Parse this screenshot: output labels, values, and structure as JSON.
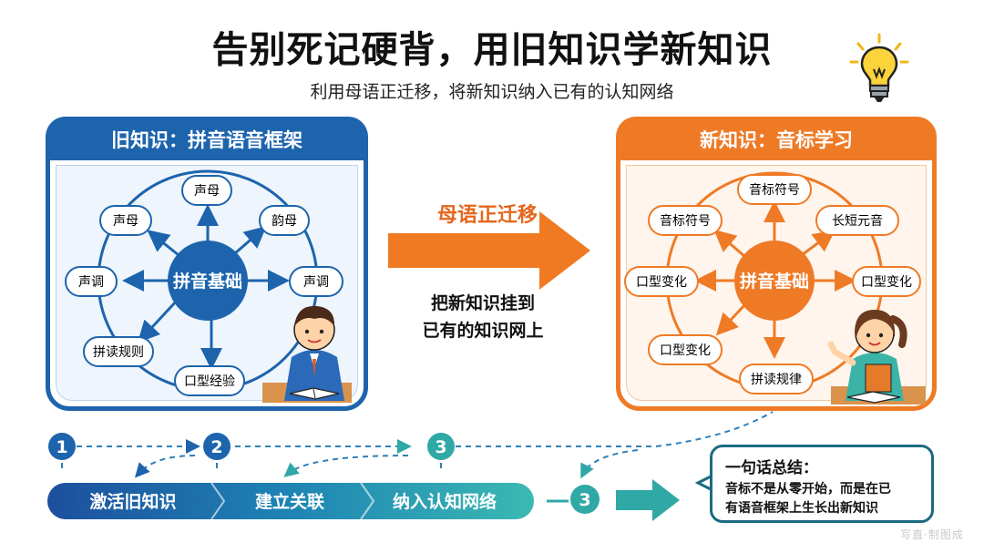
{
  "title": "告别死记硬背，用旧知识学新知识",
  "subtitle": "利用母语正迁移，将新知识纳入已有的认知网络",
  "left_panel": {
    "heading": "旧知识：拼音语音框架",
    "hub": "拼音基础",
    "nodes": [
      "声母",
      "韵母",
      "声调",
      "口型经验",
      "拼读规则",
      "声调",
      "声母"
    ]
  },
  "right_panel": {
    "heading": "新知识：音标学习",
    "hub": "拼音基础",
    "nodes": [
      "音标符号",
      "长短元音",
      "口型变化",
      "拼读规律",
      "口型变化",
      "口型变化",
      "音标符号"
    ]
  },
  "transfer": {
    "label": "母语正迁移",
    "caption_line1": "把新知识挂到",
    "caption_line2": "已有的知识网上"
  },
  "steps": {
    "numbers": [
      "1",
      "2",
      "3",
      "3"
    ],
    "labels": [
      "激活旧知识",
      "建立关联",
      "纳入认知网络"
    ]
  },
  "summary": {
    "title": "一句话总结：",
    "line1": "音标不是从零开始，而是在已",
    "line2": "有语音框架上生长出新知识"
  },
  "watermark": "写直·制图成",
  "colors": {
    "blue": "#1d64ad",
    "orange": "#ef7a26",
    "teal": "#2fa8a6"
  }
}
